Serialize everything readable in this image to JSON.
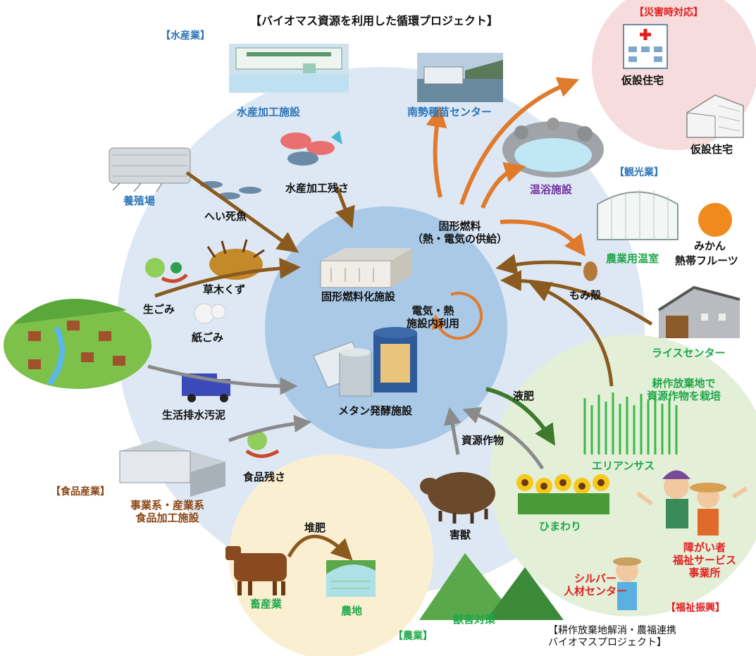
{
  "title": "【バイオマス資源を利用した循環プロジェクト】",
  "sector_headers": {
    "fisheries": "【水産業】",
    "food": "【食品産業】",
    "agriculture": "【農業】",
    "tourism": "【観光業】",
    "disaster": "【災害時対応】",
    "welfare": "【福祉振興】"
  },
  "center": {
    "solid_fuel_facility": "固形燃料化施設",
    "internal_use": "電気・熱\n施設内利用",
    "methane_facility": "メタン発酵施設"
  },
  "inputs": {
    "seafood_plant": "水産加工施設",
    "seafood_residue": "水産加工残さ",
    "aquaculture": "養殖場",
    "dead_fish": "へい死魚",
    "plant_waste": "草木くず",
    "food_waste": "生ごみ",
    "paper_waste": "紙ごみ",
    "sewage_sludge": "生活排水汚泥",
    "food_residue": "食品残さ",
    "food_plant": "事業系・産業系\n食品加工施設",
    "pest_animals": "害獣",
    "resource_crops": "資源作物",
    "rice_husk": "もみ殻",
    "rice_center": "ライスセンター"
  },
  "outputs": {
    "solid_fuel": "固形燃料\n（熱・電気の供給）",
    "seedling_center": "南勢種苗センター",
    "hot_spring": "温浴施設",
    "greenhouse": "農業用温室",
    "mikan": "みかん",
    "tropical_fruits": "熱帯フルーツ",
    "temporary_housing_1": "仮設住宅",
    "temporary_housing_2": "仮設住宅",
    "liquid_fertilizer": "液肥"
  },
  "farmland": {
    "abandoned_crops": "耕作放棄地で\n資源作物を栽培",
    "erianthus": "エリアンサス",
    "sunflower": "ひまわり"
  },
  "livestock": {
    "compost": "堆肥",
    "livestock": "畜産業",
    "farmland": "農地"
  },
  "welfare_section": {
    "disabled_services": "障がい者\n福祉サービス\n事業所",
    "silver_center": "シルバー\n人材センター",
    "pest_control": "獣害対策",
    "project_caption": "【耕作放棄地解消・農福連携\nバイオマスプロジェクト】"
  },
  "colors": {
    "outer_circle": "#dde8f4",
    "inner_circle": "#a9c9e6",
    "arrow_brown": "#8b5a1e",
    "arrow_orange": "#e07a2c",
    "arrow_gray": "#8a8a8a",
    "arrow_green": "#3d7a2c",
    "disaster_circle": "#f6dcdc",
    "livestock_circle": "#fbefd2",
    "farmland_circle": "#e4efd8"
  }
}
